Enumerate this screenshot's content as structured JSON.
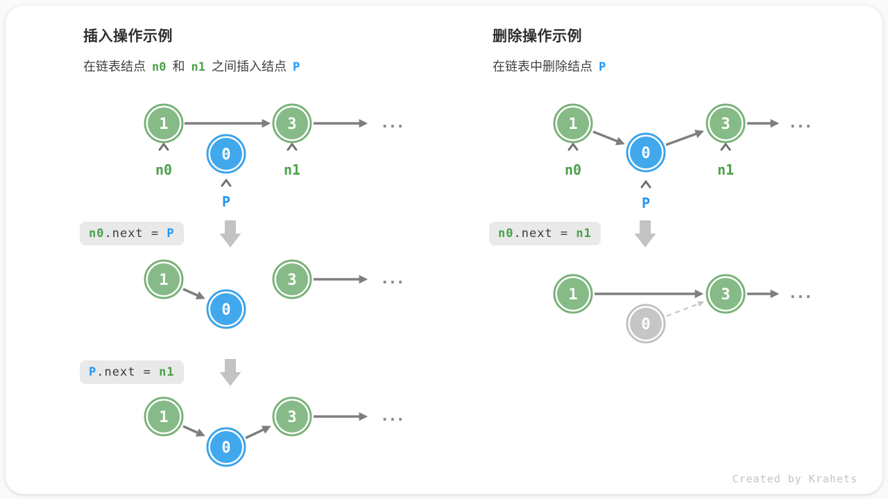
{
  "credit": "Created by Krahets",
  "shared": {
    "ellipsis": "...",
    "labels": {
      "n0": "n0",
      "n1": "n1",
      "p": "P"
    },
    "nodes": {
      "v1": "1",
      "v0": "0",
      "v3": "3"
    },
    "code_mid": ".next = "
  },
  "left": {
    "title": "插入操作示例",
    "sub": {
      "t1": "在链表结点",
      "t2": "和",
      "t3": "之间插入结点"
    },
    "code1": {
      "lhs": "n0",
      "rhs": "P"
    },
    "code2": {
      "lhs": "P",
      "rhs": "n1"
    }
  },
  "right": {
    "title": "删除操作示例",
    "sub": {
      "t1": "在链表中删除结点"
    },
    "code1": {
      "lhs": "n0",
      "rhs": "n1"
    }
  },
  "colors": {
    "node_green": "#86ba86",
    "node_blue": "#41a8ee",
    "node_gray": "#c6c6c6",
    "arrow_gray": "#7e7e7e",
    "block_arrow": "#c3c3c3",
    "token_green": "#4aa14a",
    "token_blue": "#2196f3",
    "codebox_bg": "#e9e9e9"
  }
}
